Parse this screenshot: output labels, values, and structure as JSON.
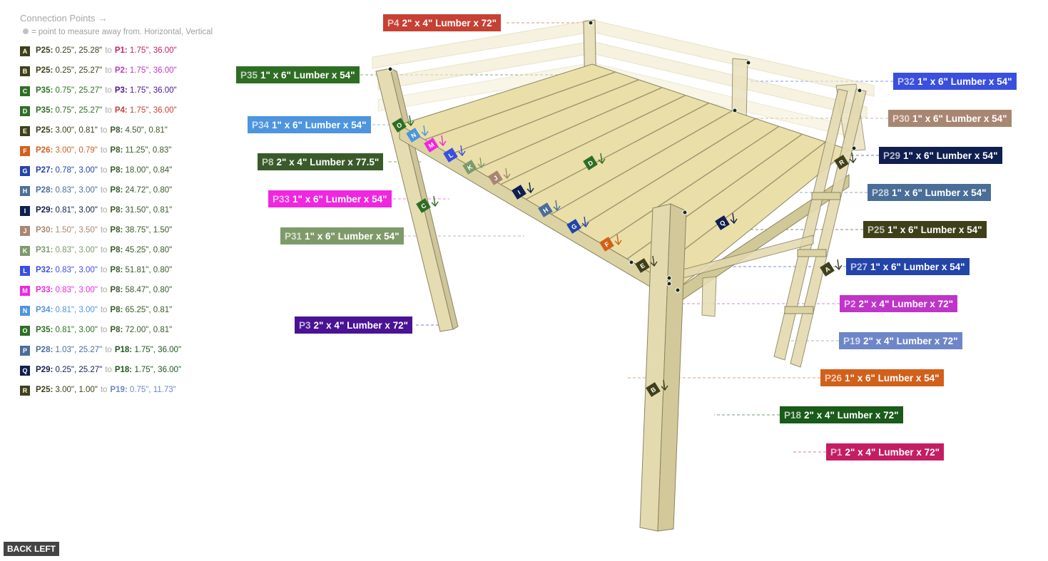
{
  "legend": {
    "title": "Connection Points",
    "title_arrow": "→",
    "note": "= point to measure away from. Horizontal, Vertical"
  },
  "connections": [
    {
      "key": "A",
      "color": "#3f3f1a",
      "from_id": "P25:",
      "from_val": "0.25\", 25.28\"",
      "from_color": "#3f3f1a",
      "to_id": "P1:",
      "to_val": "1.75\", 36.00\"",
      "to_color": "#c41e63"
    },
    {
      "key": "B",
      "color": "#3f3f1a",
      "from_id": "P25:",
      "from_val": "0.25\", 25.27\"",
      "from_color": "#3f3f1a",
      "to_id": "P2:",
      "to_val": "1.75\", 36.00\"",
      "to_color": "#bf35c9"
    },
    {
      "key": "C",
      "color": "#2e6e24",
      "from_id": "P35:",
      "from_val": "0.75\", 25.27\"",
      "from_color": "#2e6e24",
      "to_id": "P3:",
      "to_val": "1.75\", 36.00\"",
      "to_color": "#4a1394"
    },
    {
      "key": "D",
      "color": "#2e6e24",
      "from_id": "P35:",
      "from_val": "0.75\", 25.27\"",
      "from_color": "#2e6e24",
      "to_id": "P4:",
      "to_val": "1.75\", 36.00\"",
      "to_color": "#c64033"
    },
    {
      "key": "E",
      "color": "#3f3f1a",
      "from_id": "P25:",
      "from_val": "3.00\", 0.81\"",
      "from_color": "#3f3f1a",
      "to_id": "P8:",
      "to_val": "4.50\", 0.81\"",
      "to_color": "#3a5a2a"
    },
    {
      "key": "F",
      "color": "#d2601a",
      "from_id": "P26:",
      "from_val": "3.00\", 0.79\"",
      "from_color": "#d2601a",
      "to_id": "P8:",
      "to_val": "11.25\", 0.83\"",
      "to_color": "#3a5a2a"
    },
    {
      "key": "G",
      "color": "#2344a8",
      "from_id": "P27:",
      "from_val": "0.78\", 3.00\"",
      "from_color": "#2344a8",
      "to_id": "P8:",
      "to_val": "18.00\", 0.84\"",
      "to_color": "#3a5a2a"
    },
    {
      "key": "H",
      "color": "#4a6e98",
      "from_id": "P28:",
      "from_val": "0.83\", 3.00\"",
      "from_color": "#4a6e98",
      "to_id": "P8:",
      "to_val": "24.72\", 0.80\"",
      "to_color": "#3a5a2a"
    },
    {
      "key": "I",
      "color": "#0f1f4f",
      "from_id": "P29:",
      "from_val": "0.81\", 3.00\"",
      "from_color": "#0f1f4f",
      "to_id": "P8:",
      "to_val": "31.50\", 0.81\"",
      "to_color": "#3a5a2a"
    },
    {
      "key": "J",
      "color": "#a98672",
      "from_id": "P30:",
      "from_val": "1.50\", 3.50\"",
      "from_color": "#a98672",
      "to_id": "P8:",
      "to_val": "38.75\", 1.50\"",
      "to_color": "#3a5a2a"
    },
    {
      "key": "K",
      "color": "#7f9a6a",
      "from_id": "P31:",
      "from_val": "0.83\", 3.00\"",
      "from_color": "#7f9a6a",
      "to_id": "P8:",
      "to_val": "45.25\", 0.80\"",
      "to_color": "#3a5a2a"
    },
    {
      "key": "L",
      "color": "#3a4fe0",
      "from_id": "P32:",
      "from_val": "0.83\", 3.00\"",
      "from_color": "#3a4fe0",
      "to_id": "P8:",
      "to_val": "51.81\", 0.80\"",
      "to_color": "#3a5a2a"
    },
    {
      "key": "M",
      "color": "#f026e0",
      "from_id": "P33:",
      "from_val": "0.83\", 3.00\"",
      "from_color": "#f026e0",
      "to_id": "P8:",
      "to_val": "58.47\", 0.80\"",
      "to_color": "#3a5a2a"
    },
    {
      "key": "N",
      "color": "#4d95de",
      "from_id": "P34:",
      "from_val": "0.81\", 3.00\"",
      "from_color": "#4d95de",
      "to_id": "P8:",
      "to_val": "65.25\", 0.81\"",
      "to_color": "#3a5a2a"
    },
    {
      "key": "O",
      "color": "#2e6e24",
      "from_id": "P35:",
      "from_val": "0.81\", 3.00\"",
      "from_color": "#2e6e24",
      "to_id": "P8:",
      "to_val": "72.00\", 0.81\"",
      "to_color": "#3a5a2a"
    },
    {
      "key": "P",
      "color": "#4a6e98",
      "from_id": "P28:",
      "from_val": "1.03\", 25.27\"",
      "from_color": "#4a6e98",
      "to_id": "P18:",
      "to_val": "1.75\", 36.00\"",
      "to_color": "#1a5a1a"
    },
    {
      "key": "Q",
      "color": "#0f1f4f",
      "from_id": "P29:",
      "from_val": "0.25\", 25.27\"",
      "from_color": "#0f1f4f",
      "to_id": "P18:",
      "to_val": "1.75\", 36.00\"",
      "to_color": "#1a5a1a"
    },
    {
      "key": "R",
      "color": "#3f3f1a",
      "from_id": "P25:",
      "from_val": "3.00\", 1.00\"",
      "from_color": "#3f3f1a",
      "to_id": "P19:",
      "to_val": "0.75\", 11.73\"",
      "to_color": "#6e86c8"
    }
  ],
  "connector_word": "to",
  "parts": [
    {
      "id": "P4",
      "desc": "2\" x 4\" Lumber  x 72\"",
      "color": "#c64033"
    },
    {
      "id": "P35",
      "desc": "1\" x 6\" Lumber x 54\"",
      "color": "#2e6e24"
    },
    {
      "id": "P34",
      "desc": "1\" x 6\" Lumber x 54\"",
      "color": "#4d95de"
    },
    {
      "id": "P8",
      "desc": "2\" x 4\" Lumber  x 77.5\"",
      "color": "#3a5a2a"
    },
    {
      "id": "P33",
      "desc": "1\" x 6\" Lumber x 54\"",
      "color": "#f026e0"
    },
    {
      "id": "P31",
      "desc": "1\" x 6\" Lumber x 54\"",
      "color": "#7f9a6a"
    },
    {
      "id": "P3",
      "desc": "2\" x 4\" Lumber  x 72\"",
      "color": "#4a1394"
    },
    {
      "id": "P32",
      "desc": "1\" x 6\" Lumber x 54\"",
      "color": "#3a4fe0"
    },
    {
      "id": "P30",
      "desc": "1\" x 6\" Lumber x 54\"",
      "color": "#a98672"
    },
    {
      "id": "P29",
      "desc": "1\" x 6\" Lumber x 54\"",
      "color": "#0f1f4f"
    },
    {
      "id": "P28",
      "desc": "1\" x 6\" Lumber x 54\"",
      "color": "#4a6e98"
    },
    {
      "id": "P25",
      "desc": "1\" x 6\" Lumber x 54\"",
      "color": "#3f3f1a"
    },
    {
      "id": "P27",
      "desc": "1\" x 6\" Lumber x 54\"",
      "color": "#2344a8"
    },
    {
      "id": "P2",
      "desc": "2\" x 4\" Lumber  x 72\"",
      "color": "#bf35c9"
    },
    {
      "id": "P19",
      "desc": "2\" x 4\" Lumber  x 72\"",
      "color": "#6e86c8"
    },
    {
      "id": "P26",
      "desc": "1\" x 6\" Lumber x 54\"",
      "color": "#d2601a"
    },
    {
      "id": "P18",
      "desc": "2\" x 4\" Lumber  x 72\"",
      "color": "#1a5a1a"
    },
    {
      "id": "P1",
      "desc": "2\" x 4\" Lumber  x 72\"",
      "color": "#c41e63"
    }
  ],
  "tags": [
    {
      "key": "O",
      "color": "#2e6e24"
    },
    {
      "key": "N",
      "color": "#4d95de"
    },
    {
      "key": "M",
      "color": "#f026e0"
    },
    {
      "key": "L",
      "color": "#3a4fe0"
    },
    {
      "key": "K",
      "color": "#7f9a6a"
    },
    {
      "key": "J",
      "color": "#a98672"
    },
    {
      "key": "I",
      "color": "#0f1f4f"
    },
    {
      "key": "H",
      "color": "#4a6e98"
    },
    {
      "key": "G",
      "color": "#2344a8"
    },
    {
      "key": "F",
      "color": "#d2601a"
    },
    {
      "key": "E",
      "color": "#3f3f1a"
    },
    {
      "key": "D",
      "color": "#2e6e24"
    },
    {
      "key": "C",
      "color": "#2e6e24"
    },
    {
      "key": "Q",
      "color": "#0f1f4f"
    },
    {
      "key": "R",
      "color": "#3f3f1a"
    },
    {
      "key": "A",
      "color": "#3f3f1a"
    },
    {
      "key": "B",
      "color": "#3f3f1a"
    }
  ],
  "back_button": "BACK LEFT",
  "colors": {
    "wood_top": "#eadfa9",
    "wood_side": "#dcd3a4",
    "wood_edge": "#8a8462"
  }
}
